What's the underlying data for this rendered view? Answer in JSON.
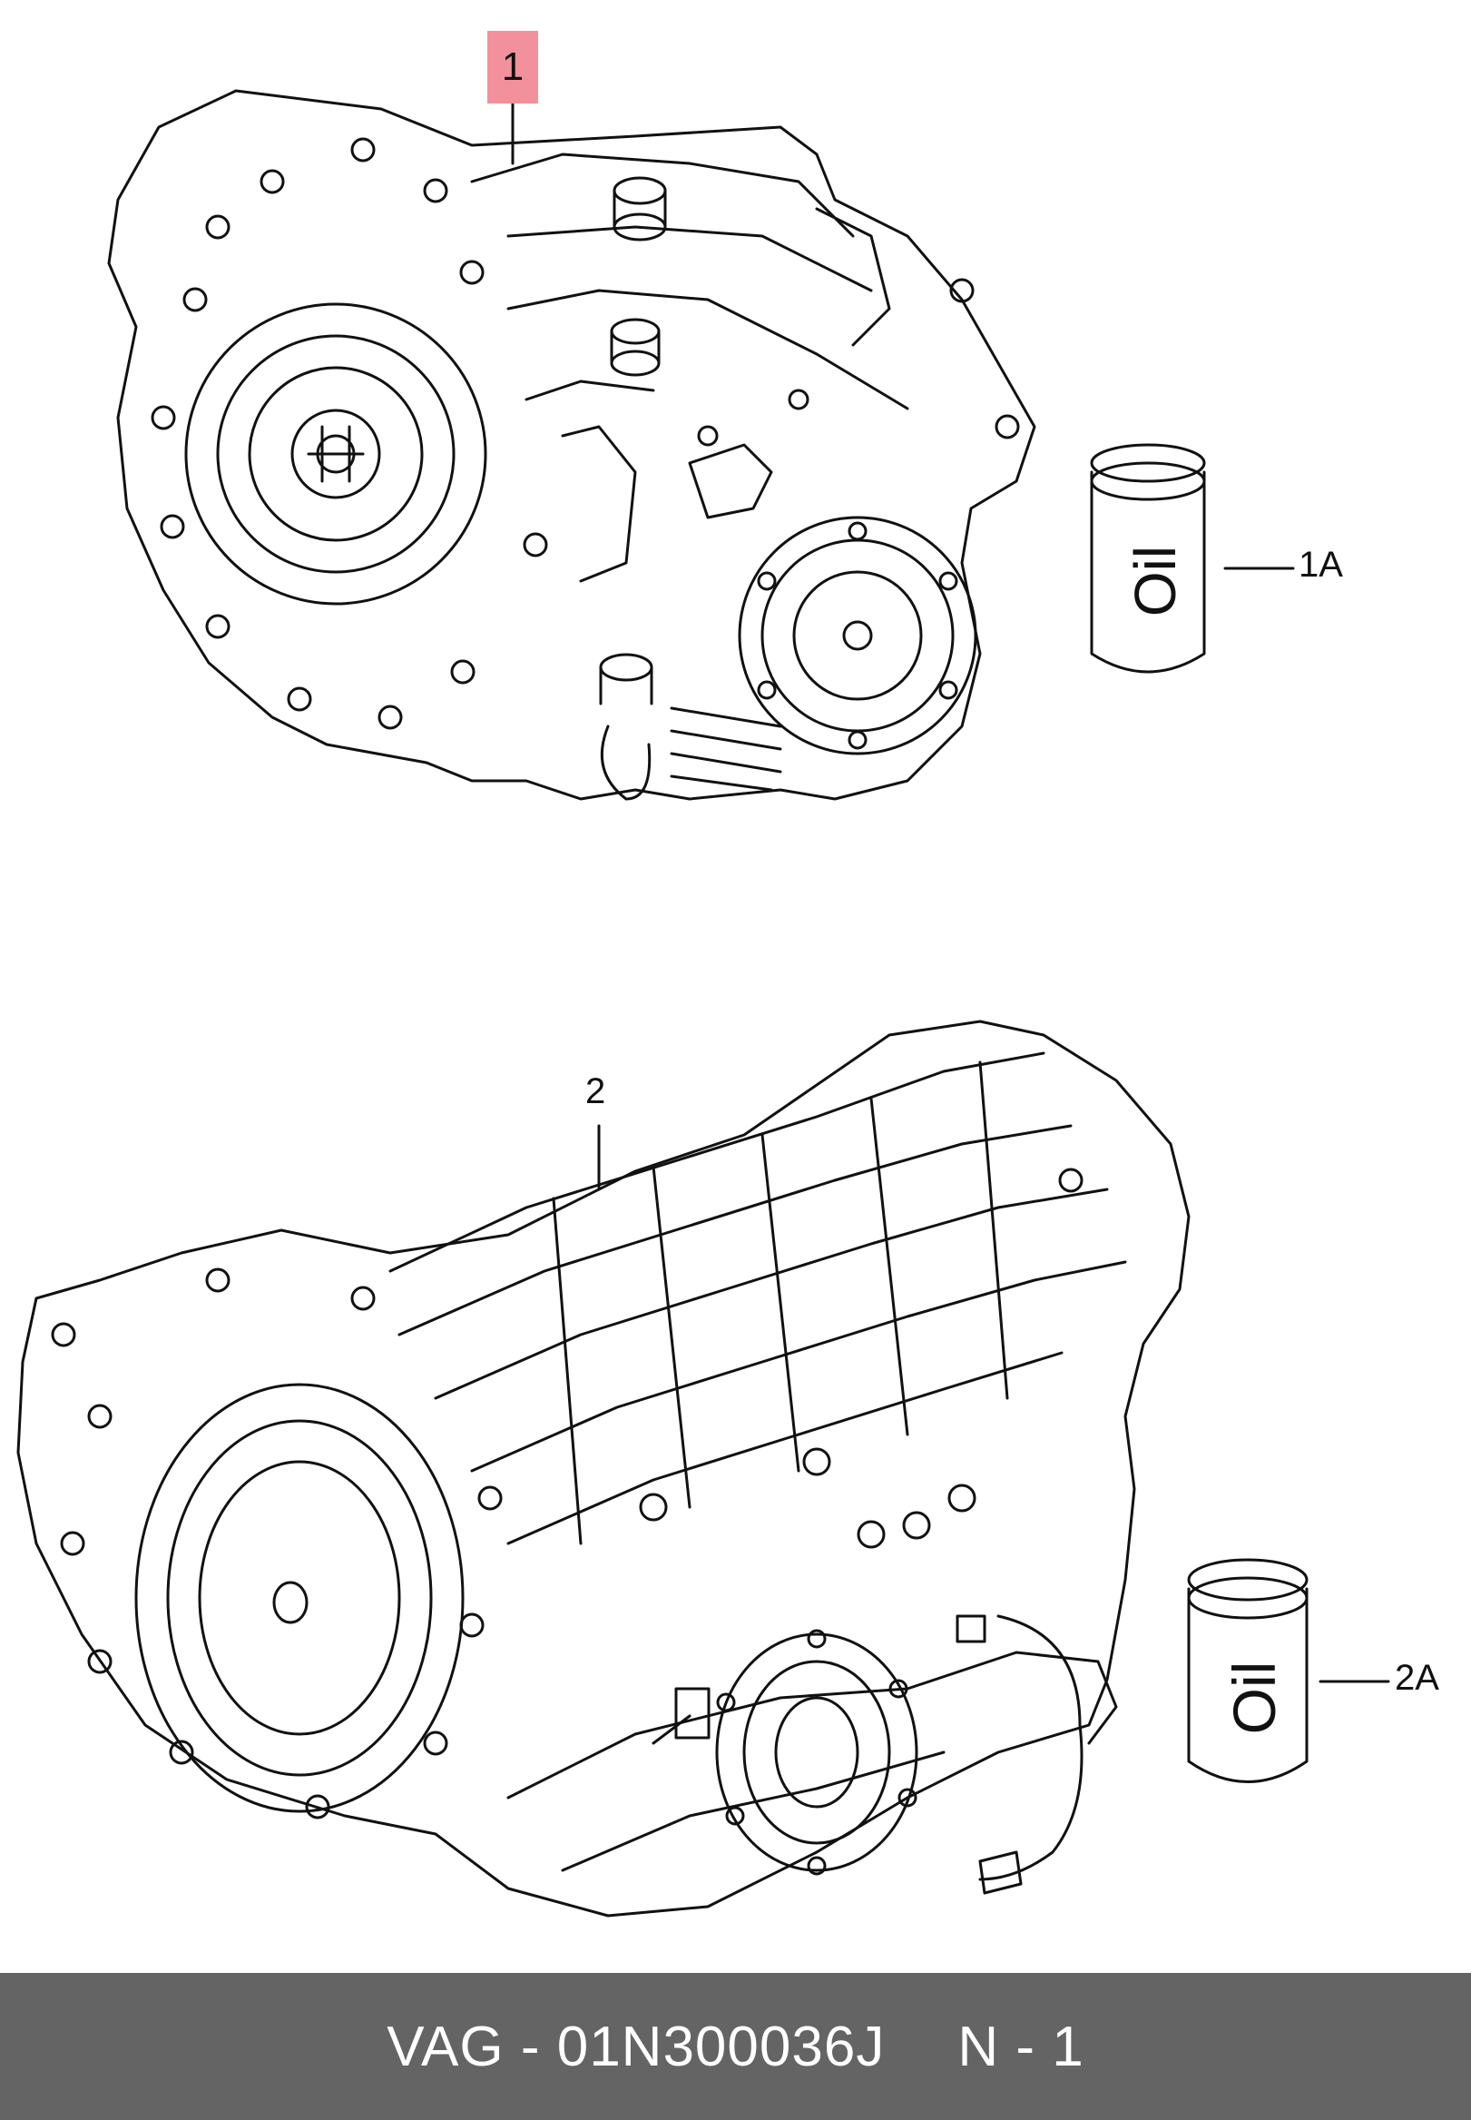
{
  "callouts": {
    "item1": "1",
    "item1a": "1A",
    "item2": "2",
    "item2a": "2A"
  },
  "oil_can_text": "Oil",
  "footer": {
    "part_number": "VAG - 01N300036J",
    "page": "N - 1",
    "background": "#646464"
  },
  "colors": {
    "callout_highlight": "#f2919b",
    "line": "#111111"
  }
}
